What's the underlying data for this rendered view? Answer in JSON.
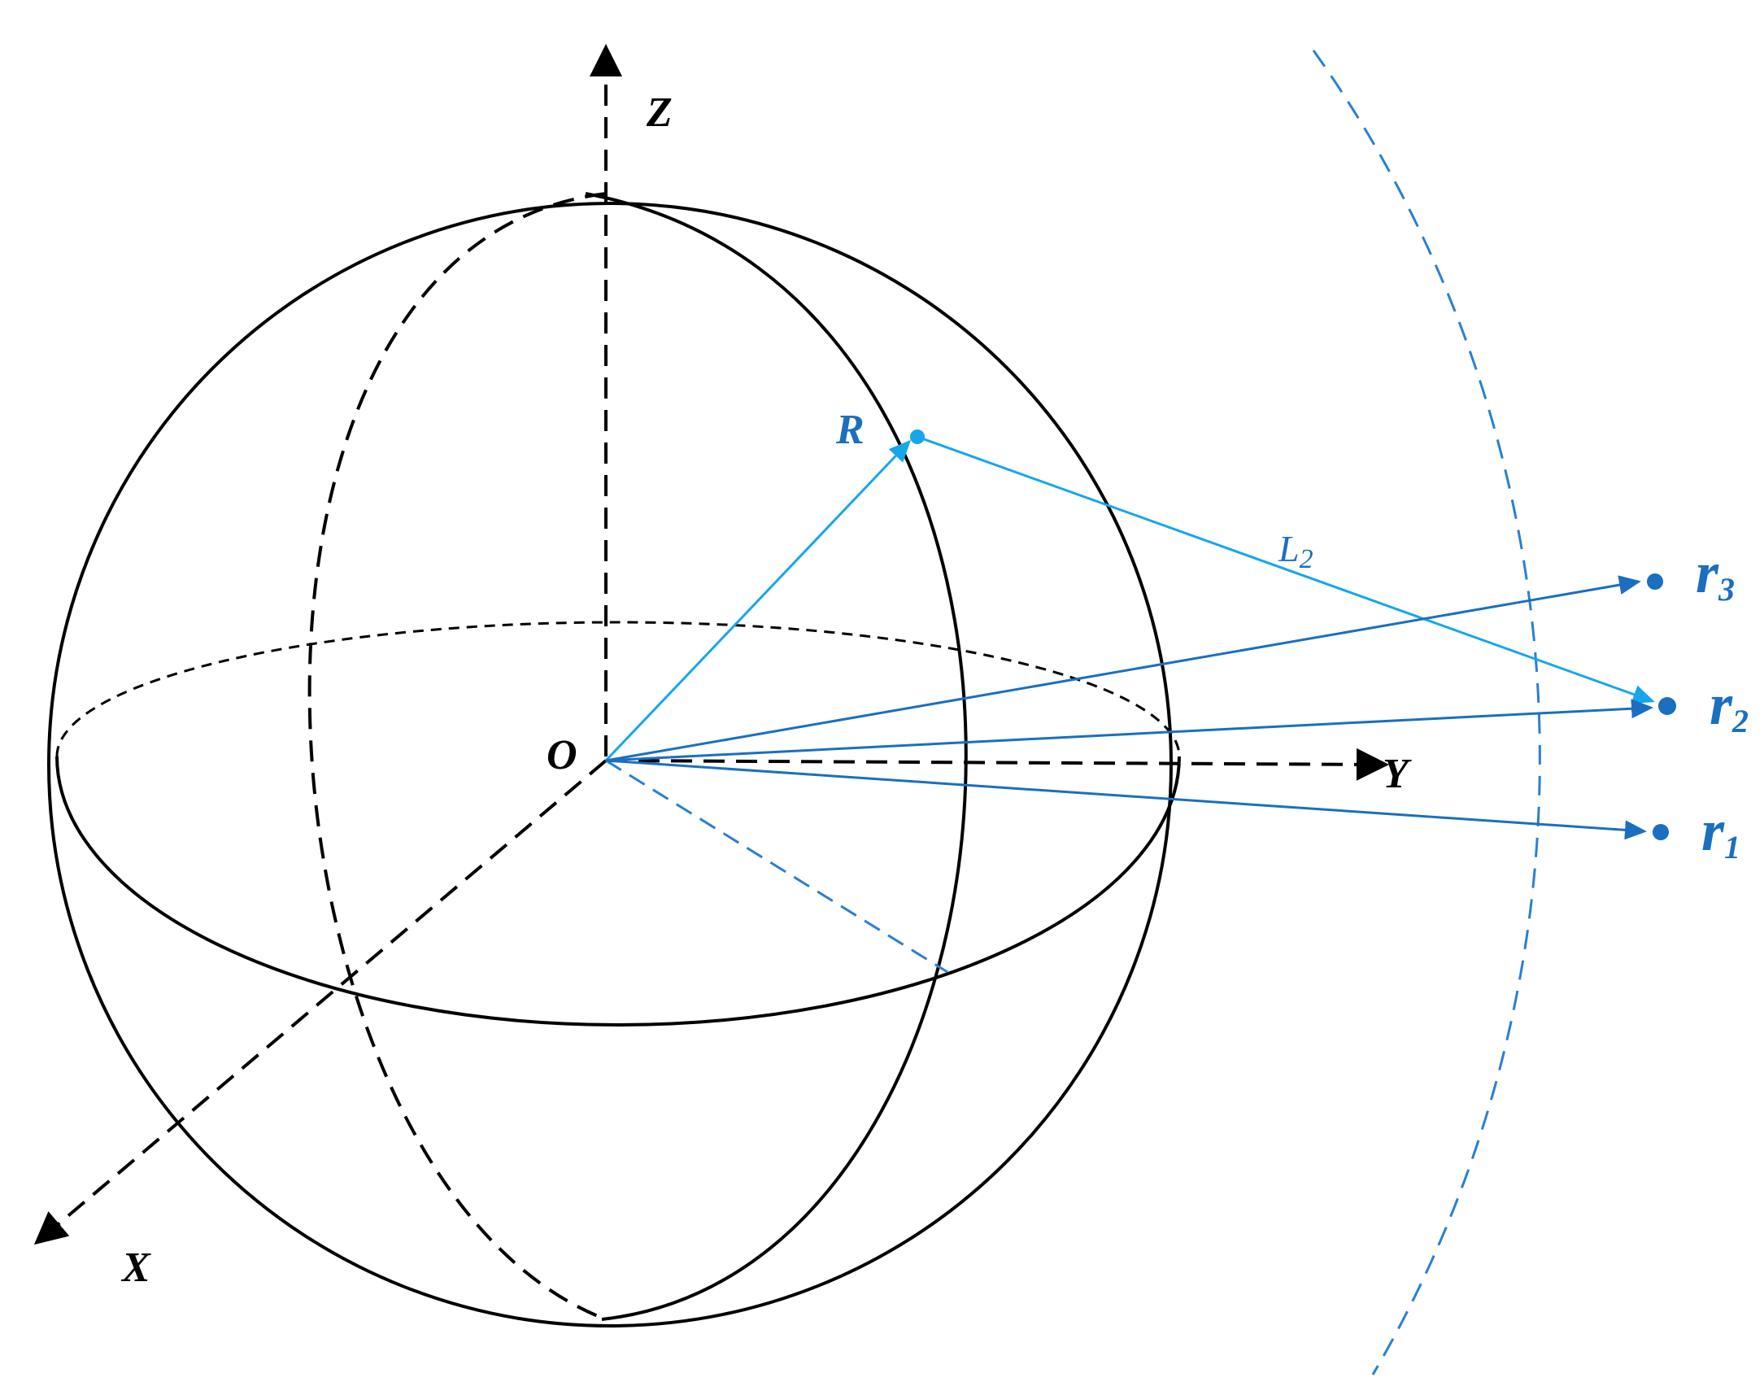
{
  "colors": {
    "black": "#000000",
    "light_blue": "#16a6ea",
    "mid_blue": "#1a6fc0",
    "dash_blue": "#2a7fd0"
  },
  "labels": {
    "z": "Z",
    "y": "Y",
    "x": "X",
    "o": "O",
    "R": "R",
    "L": "L",
    "L_sub": "2",
    "r": "r",
    "r1_sub": "1",
    "r2_sub": "2",
    "r3_sub": "3"
  }
}
